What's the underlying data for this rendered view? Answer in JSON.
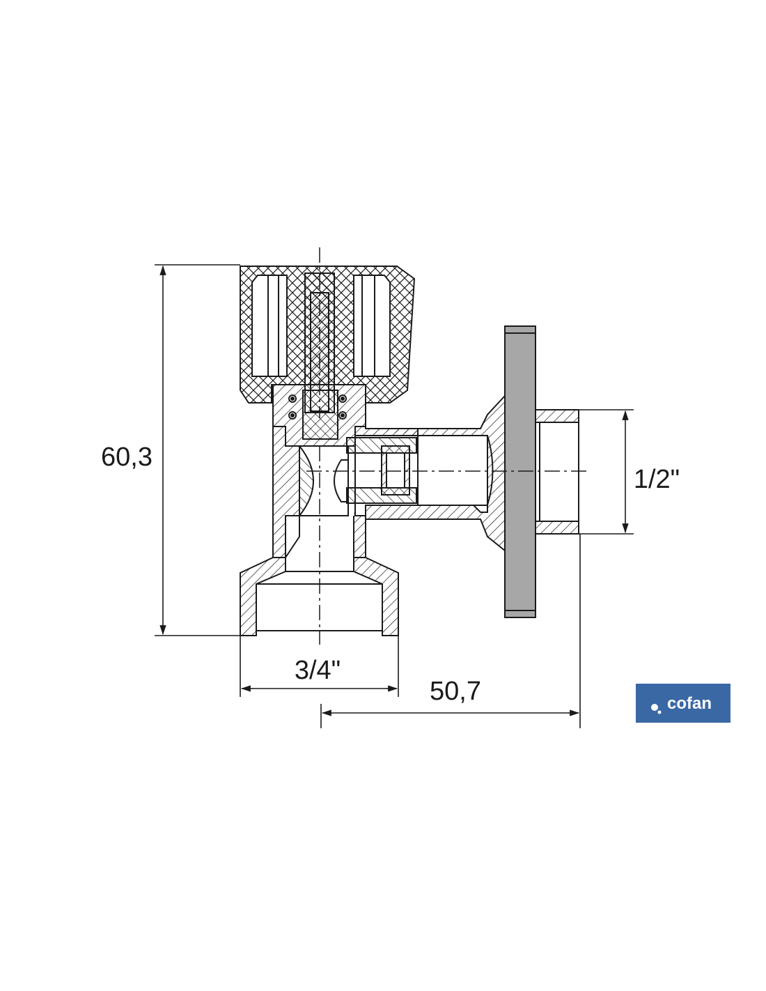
{
  "dimensions": {
    "height": "60,3",
    "outlet_thread": "1/2\"",
    "inlet_thread": "3/4\"",
    "depth": "50,7"
  },
  "logo": {
    "text": "cofan",
    "bg_color": "#3a68a4",
    "text_color": "#ffffff"
  },
  "colors": {
    "line": "#1a1a1a",
    "flange_fill": "#a7a7a7",
    "background": "#ffffff"
  }
}
